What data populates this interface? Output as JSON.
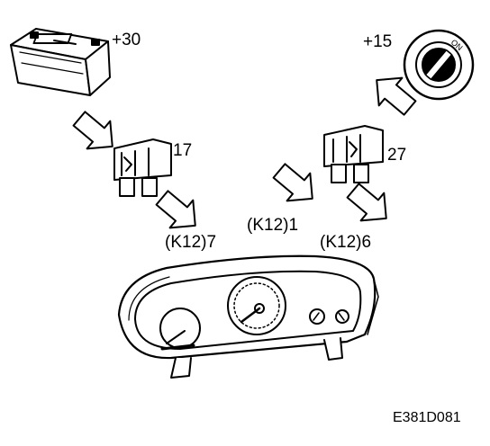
{
  "labels": {
    "battery_terminal": "+30",
    "ignition_terminal": "+15",
    "fuse_left": "17",
    "fuse_right": "27",
    "pin_k12_7": "(K12)7",
    "pin_k12_1": "(K12)1",
    "pin_k12_6": "(K12)6",
    "figure_code": "E381D081"
  },
  "ignition_switch_marking": "ON",
  "colors": {
    "ink": "#000000",
    "paper": "#ffffff"
  }
}
